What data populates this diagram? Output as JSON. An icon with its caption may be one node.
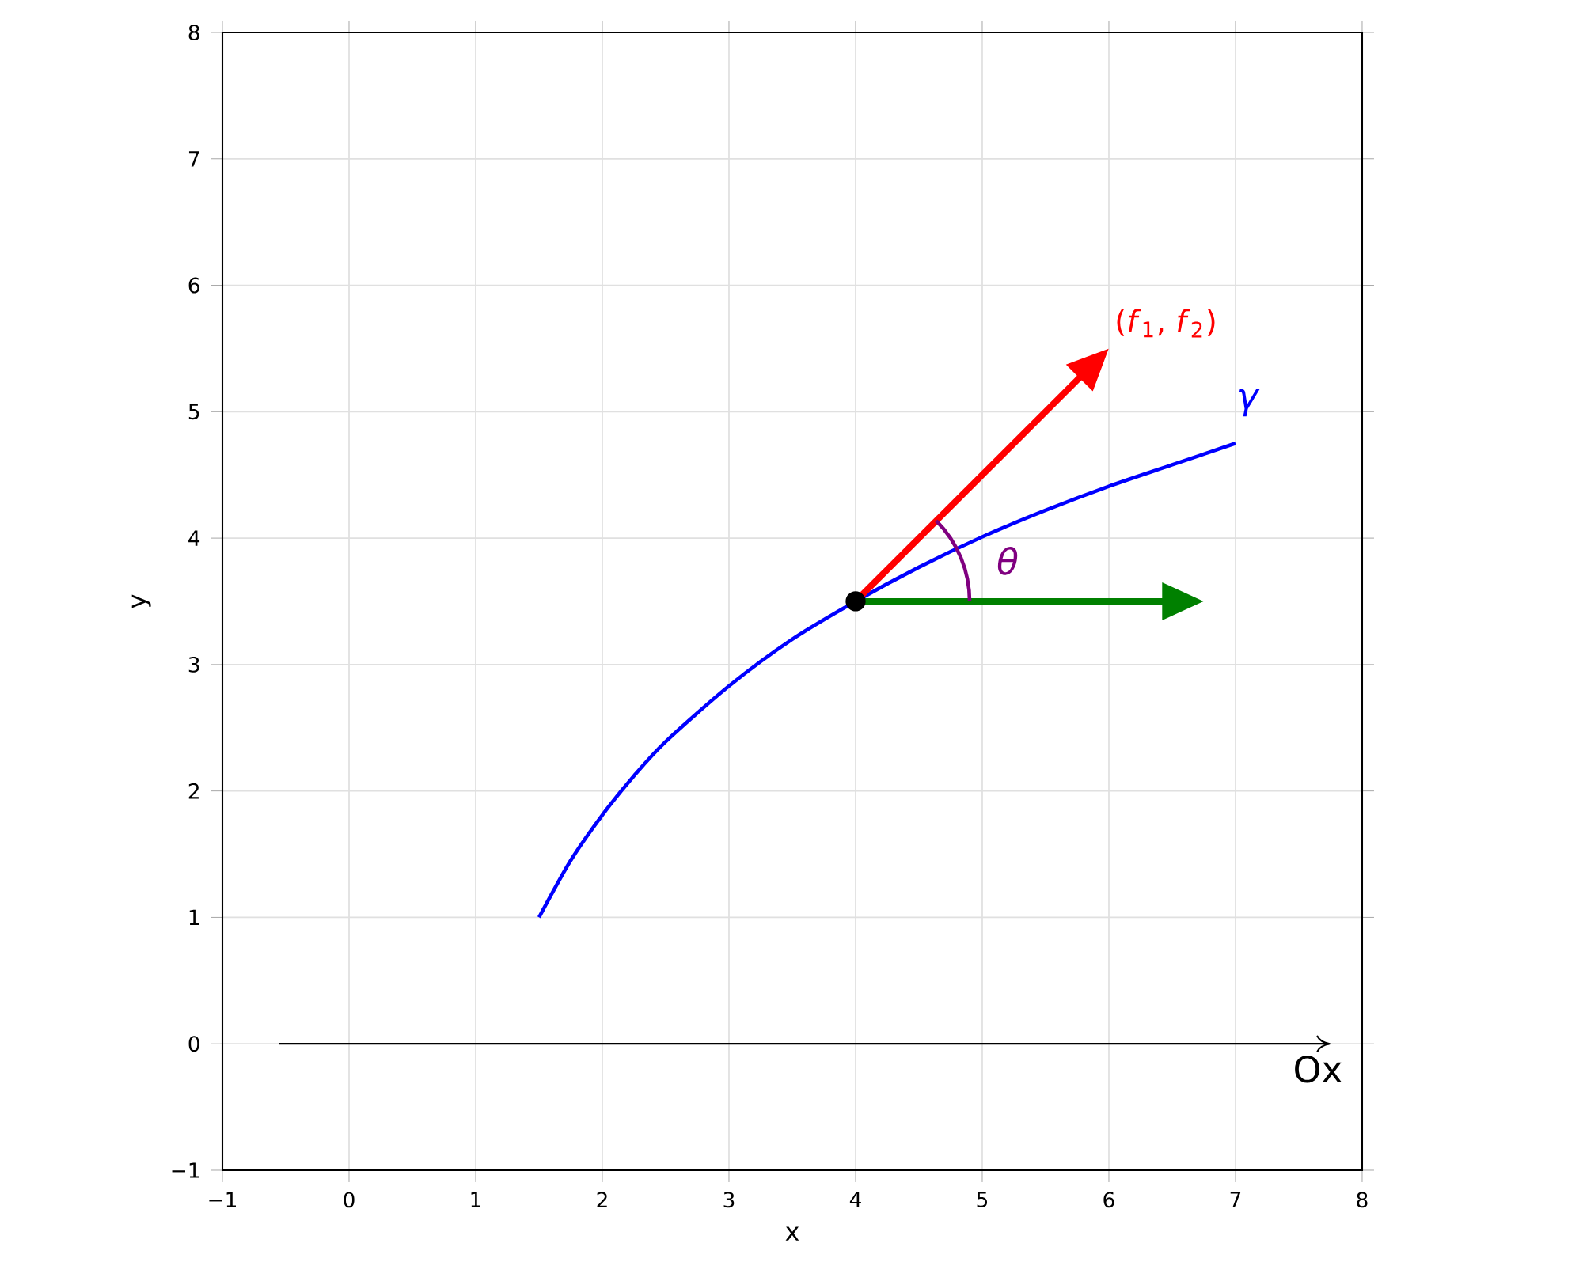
{
  "diagram": {
    "chart_data": {
      "type": "line",
      "xlabel": "x",
      "ylabel": "y",
      "xlim": [
        -1,
        8
      ],
      "ylim": [
        -1,
        8
      ],
      "grid": true,
      "xticks": [
        -1,
        0,
        1,
        2,
        3,
        4,
        5,
        6,
        7,
        8
      ],
      "yticks": [
        -1,
        0,
        1,
        2,
        3,
        4,
        5,
        6,
        7,
        8
      ],
      "x": [
        1.5,
        1.75,
        2,
        2.25,
        2.5,
        3,
        3.5,
        4,
        4.5,
        5,
        5.5,
        6,
        6.5,
        7
      ],
      "series": [
        {
          "color": "#0000ff",
          "values": [
            1.0,
            1.45,
            1.81,
            2.12,
            2.39,
            2.83,
            3.2,
            3.5,
            3.77,
            4.01,
            4.22,
            4.41,
            4.58,
            4.75
          ]
        }
      ],
      "annotations": [
        "(*f*$_{1}$, *f*$_{2}$)",
        "*θ*",
        "Ox",
        "*γ*"
      ]
    }
  }
}
